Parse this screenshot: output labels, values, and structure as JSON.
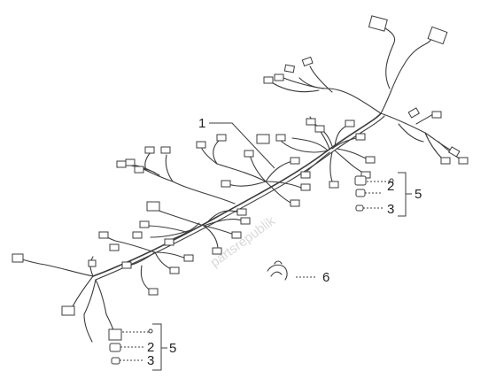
{
  "diagram": {
    "watermark": "partsrepublik",
    "callouts": {
      "c1": "1",
      "c2a": "2",
      "c3a": "3",
      "c5a": "5",
      "c6": "6",
      "c2b": "2",
      "c3b": "3",
      "c5b": "5"
    }
  }
}
